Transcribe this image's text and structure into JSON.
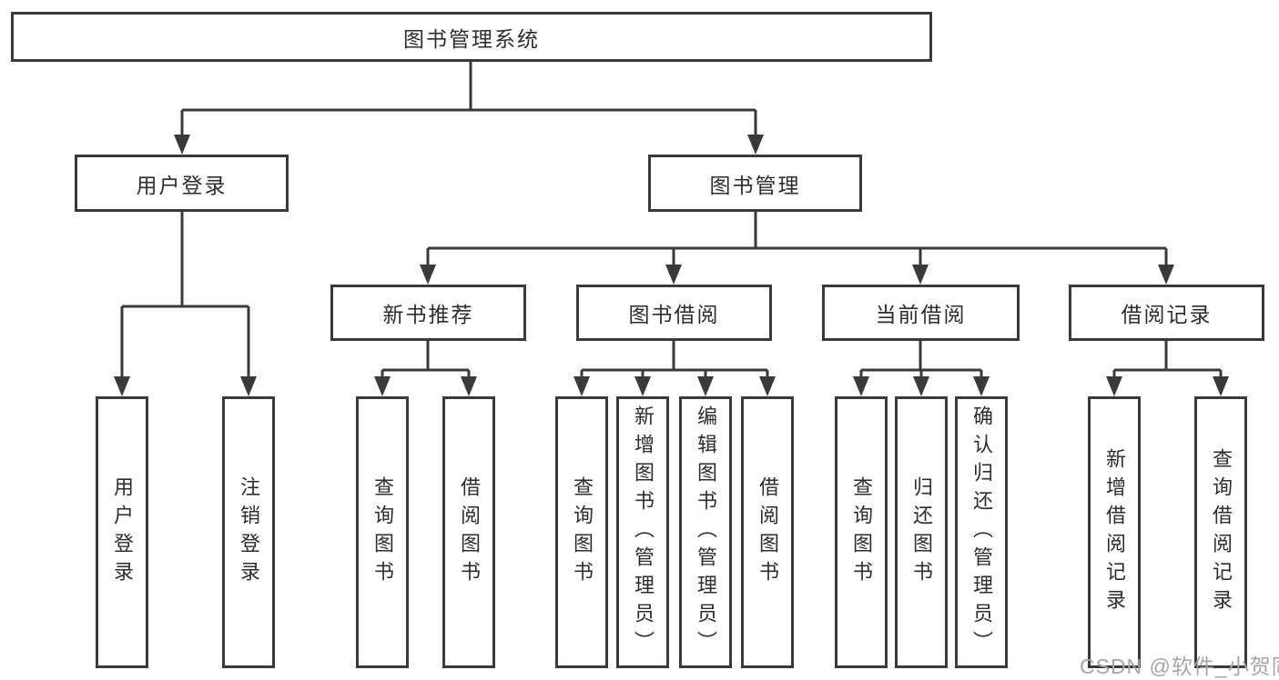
{
  "tree": {
    "root": {
      "label": "图书管理系统"
    },
    "level2": [
      {
        "name": "user-login",
        "label": "用户登录"
      },
      {
        "name": "book-management",
        "label": "图书管理"
      }
    ],
    "level3": [
      {
        "name": "new-book-recommendation",
        "label": "新书推荐"
      },
      {
        "name": "book-borrowing",
        "label": "图书借阅"
      },
      {
        "name": "current-borrowing",
        "label": "当前借阅"
      },
      {
        "name": "borrowing-records",
        "label": "借阅记录"
      }
    ],
    "leaves": [
      {
        "parent": "用户登录",
        "label": "用户登录"
      },
      {
        "parent": "用户登录",
        "label": "注销登录"
      },
      {
        "parent": "新书推荐",
        "label": "查询图书"
      },
      {
        "parent": "新书推荐",
        "label": "借阅图书"
      },
      {
        "parent": "图书借阅",
        "label": "查询图书"
      },
      {
        "parent": "图书借阅",
        "label": "新增图书（管理员）"
      },
      {
        "parent": "图书借阅",
        "label": "编辑图书（管理员）"
      },
      {
        "parent": "图书借阅",
        "label": "借阅图书"
      },
      {
        "parent": "当前借阅",
        "label": "查询图书"
      },
      {
        "parent": "当前借阅",
        "label": "归还图书"
      },
      {
        "parent": "当前借阅",
        "label": "确认归还（管理员）"
      },
      {
        "parent": "借阅记录",
        "label": "新增借阅记录"
      },
      {
        "parent": "借阅记录",
        "label": "查询借阅记录"
      }
    ]
  },
  "watermark": {
    "text": "CSDN @软件_小贺同学"
  },
  "colors": {
    "line": "#3a3a3a",
    "text": "#2d2d2d",
    "box_fill": "#ffffff",
    "background": "#ffffff",
    "watermark": "#a6a6a6"
  }
}
